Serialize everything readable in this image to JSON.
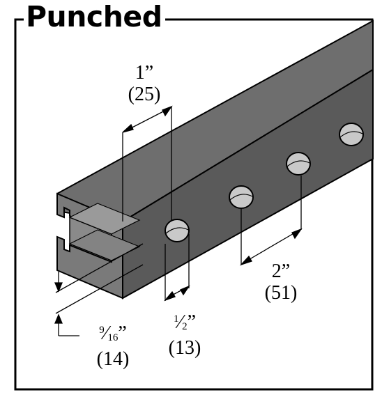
{
  "title": "Punched",
  "dimensions": {
    "slot_length": {
      "imperial": "1”",
      "metric": "(25)"
    },
    "hole_spacing": {
      "imperial": "2”",
      "metric": "(51)"
    },
    "hole_width": {
      "imperial_num": "1",
      "imperial_den": "2",
      "imperial_unit": "”",
      "metric": "(13)"
    },
    "edge_distance": {
      "imperial_num": "9",
      "imperial_den": "16",
      "imperial_unit": "”",
      "metric": "(14)"
    }
  },
  "colors": {
    "channel_top": "#6e6e6e",
    "channel_side": "#5a5a5a",
    "channel_inner": "#8a8a8a",
    "hole": "#c9c9c9",
    "outline": "#000000"
  }
}
